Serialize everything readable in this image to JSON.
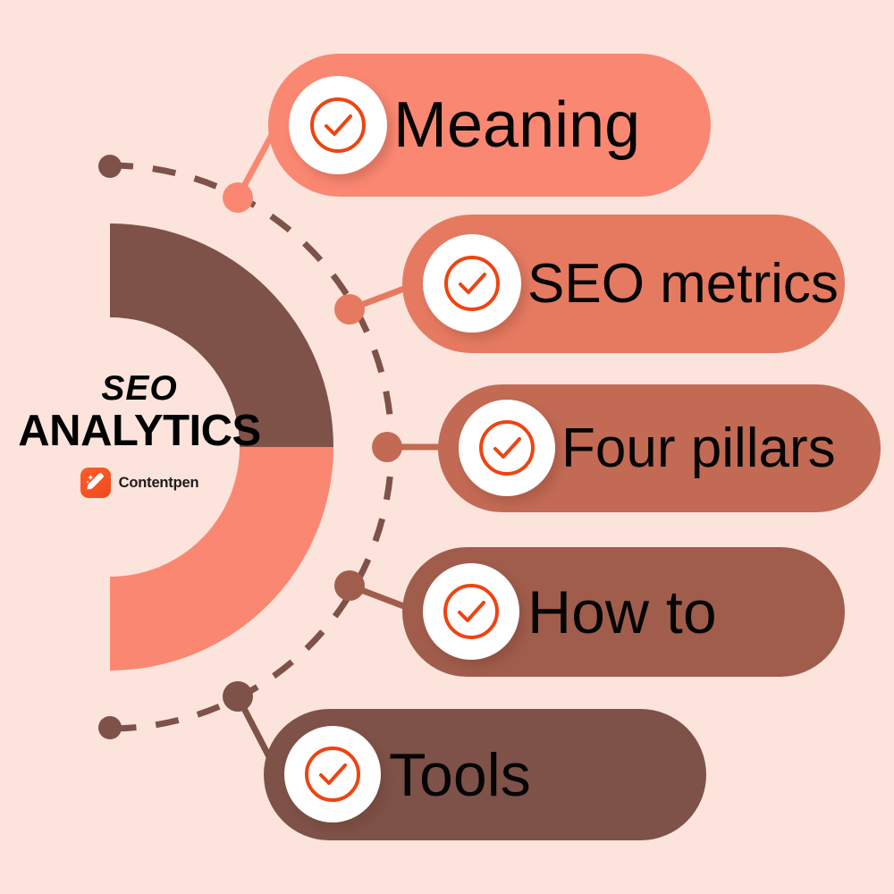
{
  "meta": {
    "background_color": "#FCE4DC",
    "accent_orange": "#EE4412"
  },
  "brand": {
    "title_line1": "SEO",
    "title_line2": "ANALYTICS",
    "logo_name": "Contentpen",
    "logo_icon": "contentpen-sparkle-pen-icon",
    "logo_bg_color": "#F04A1A"
  },
  "donut": {
    "segments": [
      {
        "name": "top-segment",
        "color": "#7E5248",
        "from_deg": 270,
        "to_deg": 360
      },
      {
        "name": "bottom-segment",
        "color": "#FA8772",
        "from_deg": 0,
        "to_deg": 90
      }
    ],
    "dashed_arc_color": "#7E5248"
  },
  "items": [
    {
      "label": "Meaning",
      "color": "#FA8772",
      "dot_color": "#FA8772",
      "icon": "check-circle-icon"
    },
    {
      "label": "SEO metrics",
      "color": "#E57A61",
      "dot_color": "#E57A61",
      "icon": "check-circle-icon"
    },
    {
      "label": "Four pillars",
      "color": "#C26A54",
      "dot_color": "#C26A54",
      "icon": "check-circle-icon"
    },
    {
      "label": "How to",
      "color": "#A05D4C",
      "dot_color": "#A05D4C",
      "icon": "check-circle-icon"
    },
    {
      "label": "Tools",
      "color": "#7E5248",
      "dot_color": "#7E5248",
      "icon": "check-circle-icon"
    }
  ],
  "endpoint_dots": [
    {
      "name": "dashed-arc-endpoint-top",
      "color": "#7E5248"
    },
    {
      "name": "dashed-arc-endpoint-bottom",
      "color": "#7E5248"
    }
  ]
}
